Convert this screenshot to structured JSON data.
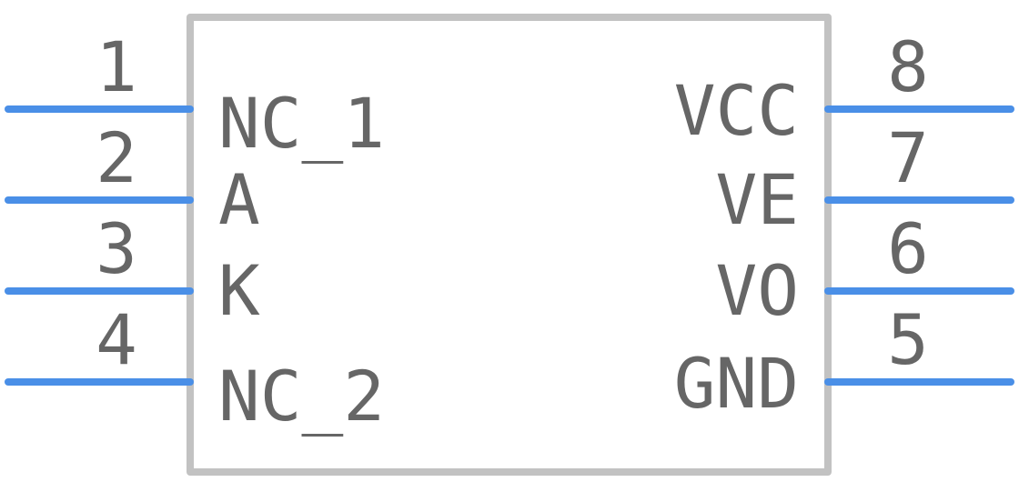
{
  "colors": {
    "pin": "#4a8fe7",
    "body_outline": "#c2c2c2",
    "text": "#666666",
    "background": "#ffffff"
  },
  "left_pins": [
    {
      "number": "1",
      "name": "NC_1"
    },
    {
      "number": "2",
      "name": "A"
    },
    {
      "number": "3",
      "name": "K"
    },
    {
      "number": "4",
      "name": "NC_2"
    }
  ],
  "right_pins": [
    {
      "number": "8",
      "name": "VCC"
    },
    {
      "number": "7",
      "name": "VE"
    },
    {
      "number": "6",
      "name": "VO"
    },
    {
      "number": "5",
      "name": "GND"
    }
  ]
}
